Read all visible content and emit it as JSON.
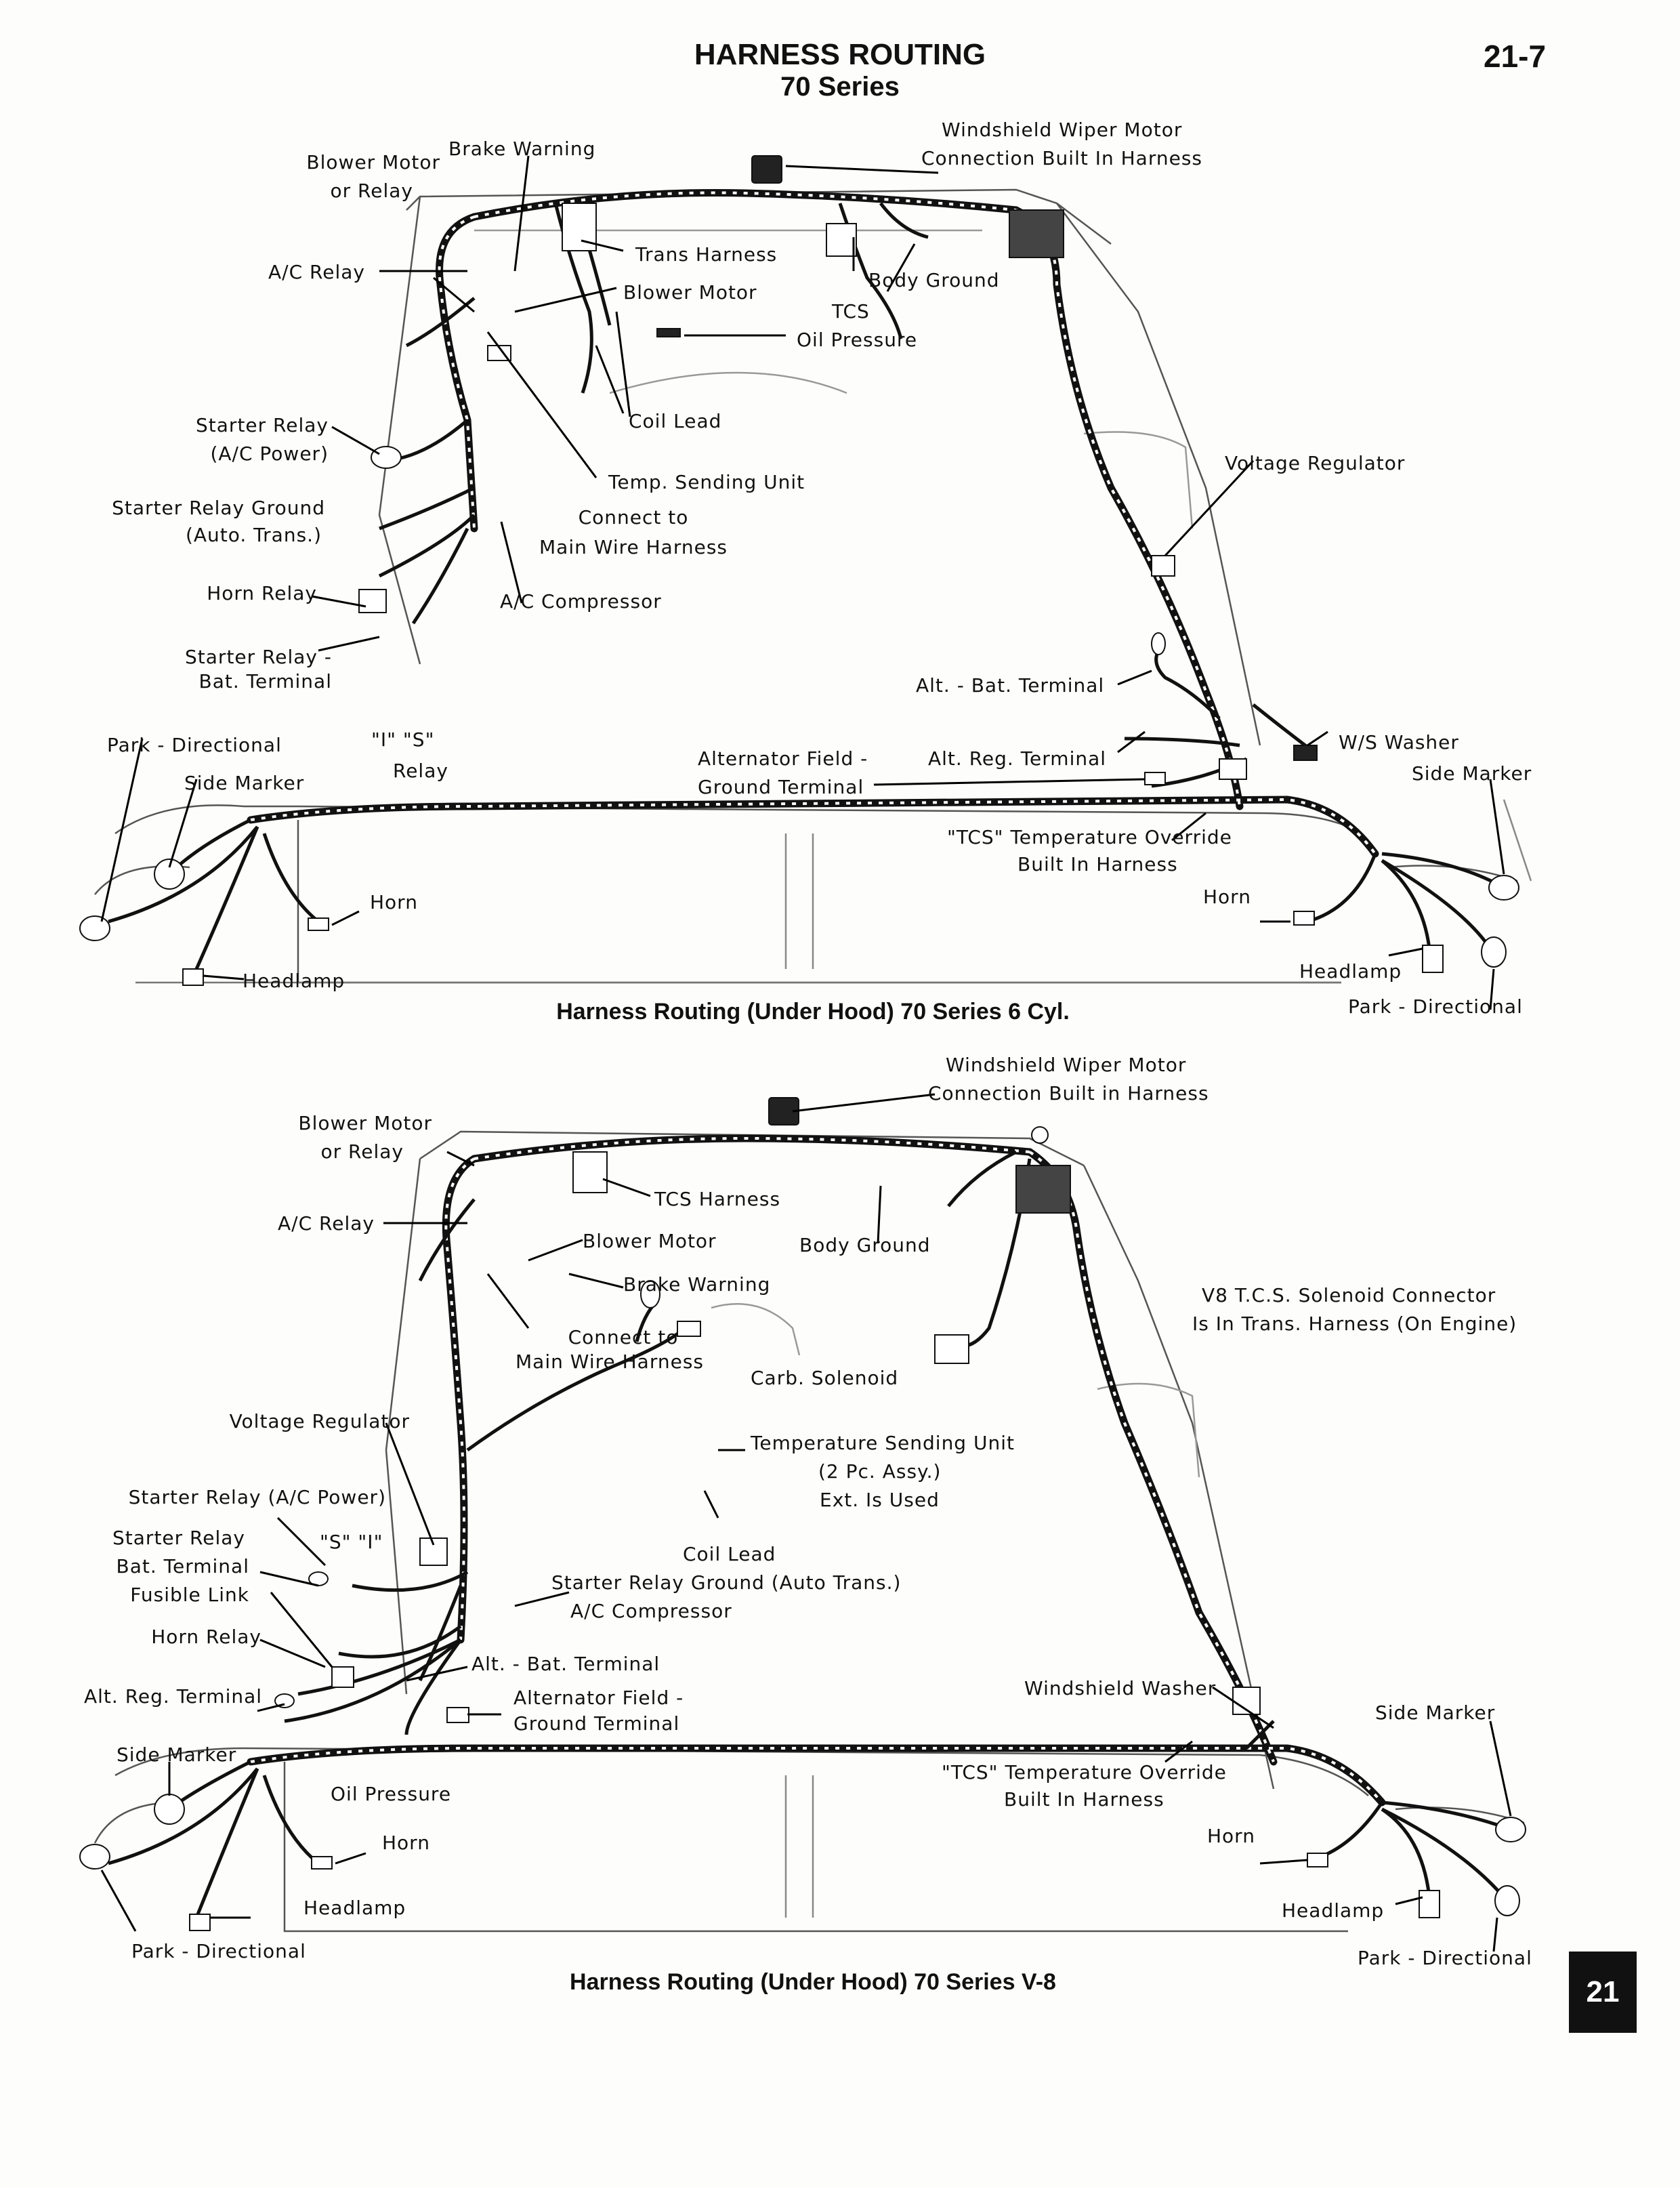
{
  "page": {
    "title": "HARNESS ROUTING",
    "subtitle": "70 Series",
    "page_number": "21-7",
    "section_tab": "21"
  },
  "diagram1": {
    "caption": "Harness Routing (Under Hood) 70 Series 6 Cyl.",
    "labels": {
      "brake_warning": "Brake Warning",
      "blower_motor_or_relay": [
        "Blower Motor",
        "or Relay"
      ],
      "windshield_wiper_motor": [
        "Windshield Wiper Motor",
        "Connection Built In Harness"
      ],
      "ac_relay": "A/C Relay",
      "trans_harness": "Trans Harness",
      "blower_motor": "Blower Motor",
      "body_ground": "Body Ground",
      "tcs": "TCS",
      "oil_pressure": "Oil Pressure",
      "coil_lead": "Coil Lead",
      "starter_relay_ac": [
        "Starter Relay",
        "(A/C Power)"
      ],
      "temp_sending_unit": "Temp. Sending Unit",
      "voltage_regulator": "Voltage Regulator",
      "starter_relay_ground": [
        "Starter Relay Ground",
        "(Auto. Trans.)"
      ],
      "connect_to_main": [
        "Connect to",
        "Main Wire Harness"
      ],
      "horn_relay": "Horn Relay",
      "ac_compressor": "A/C Compressor",
      "starter_relay_bat": [
        "Starter Relay -",
        "Bat. Terminal"
      ],
      "alt_bat_terminal": "Alt. - Bat. Terminal",
      "park_directional_left": "Park - Directional",
      "i_s": "\"I\"    \"S\"",
      "relay": "Relay",
      "alternator_field": [
        "Alternator Field -",
        "Ground Terminal"
      ],
      "alt_reg_terminal": "Alt. Reg. Terminal",
      "ws_washer": "W/S Washer",
      "side_marker_left": "Side Marker",
      "side_marker_right": "Side Marker",
      "tcs_override": [
        "\"TCS\" Temperature Override",
        "Built In Harness"
      ],
      "horn_left": "Horn",
      "horn_right": "Horn",
      "headlamp_left": "Headlamp",
      "headlamp_right": "Headlamp",
      "park_directional_right": "Park - Directional"
    }
  },
  "diagram2": {
    "caption": "Harness Routing (Under Hood) 70 Series V-8",
    "labels": {
      "windshield_wiper_motor": [
        "Windshield Wiper Motor",
        "Connection Built in Harness"
      ],
      "blower_motor_or_relay": [
        "Blower Motor",
        "or Relay"
      ],
      "tcs_harness": "TCS Harness",
      "ac_relay": "A/C Relay",
      "blower_motor": "Blower Motor",
      "body_ground": "Body Ground",
      "brake_warning": "Brake Warning",
      "v8_tcs": [
        "V8 T.C.S. Solenoid Connector",
        "Is In Trans. Harness (On Engine)"
      ],
      "connect_to_main": [
        "Connect to",
        "Main Wire Harness"
      ],
      "carb_solenoid": "Carb. Solenoid",
      "voltage_regulator": "Voltage Regulator",
      "temp_sending_unit": [
        "Temperature Sending Unit",
        "(2 Pc. Assy.)",
        "Ext. Is Used"
      ],
      "starter_relay_ac": "Starter Relay (A/C Power)",
      "starter_relay_bat": [
        "Starter Relay",
        "Bat. Terminal"
      ],
      "s_i": "\"S\"  \"I\"",
      "fusible_link": "Fusible Link",
      "coil_lead": "Coil Lead",
      "starter_relay_ground": "Starter Relay Ground (Auto Trans.)",
      "horn_relay": "Horn Relay",
      "ac_compressor": "A/C Compressor",
      "alt_bat_terminal": "Alt. - Bat. Terminal",
      "alt_reg_terminal": "Alt. Reg. Terminal",
      "alternator_field": [
        "Alternator Field -",
        "Ground Terminal"
      ],
      "windshield_washer": "Windshield Washer",
      "side_marker_left": "Side Marker",
      "side_marker_right": "Side Marker",
      "oil_pressure": "Oil Pressure",
      "tcs_override": [
        "\"TCS\" Temperature Override",
        "Built In Harness"
      ],
      "horn_left": "Horn",
      "horn_right": "Horn",
      "headlamp_left": "Headlamp",
      "headlamp_right": "Headlamp",
      "park_directional_left": "Park - Directional",
      "park_directional_right": "Park - Directional"
    }
  }
}
